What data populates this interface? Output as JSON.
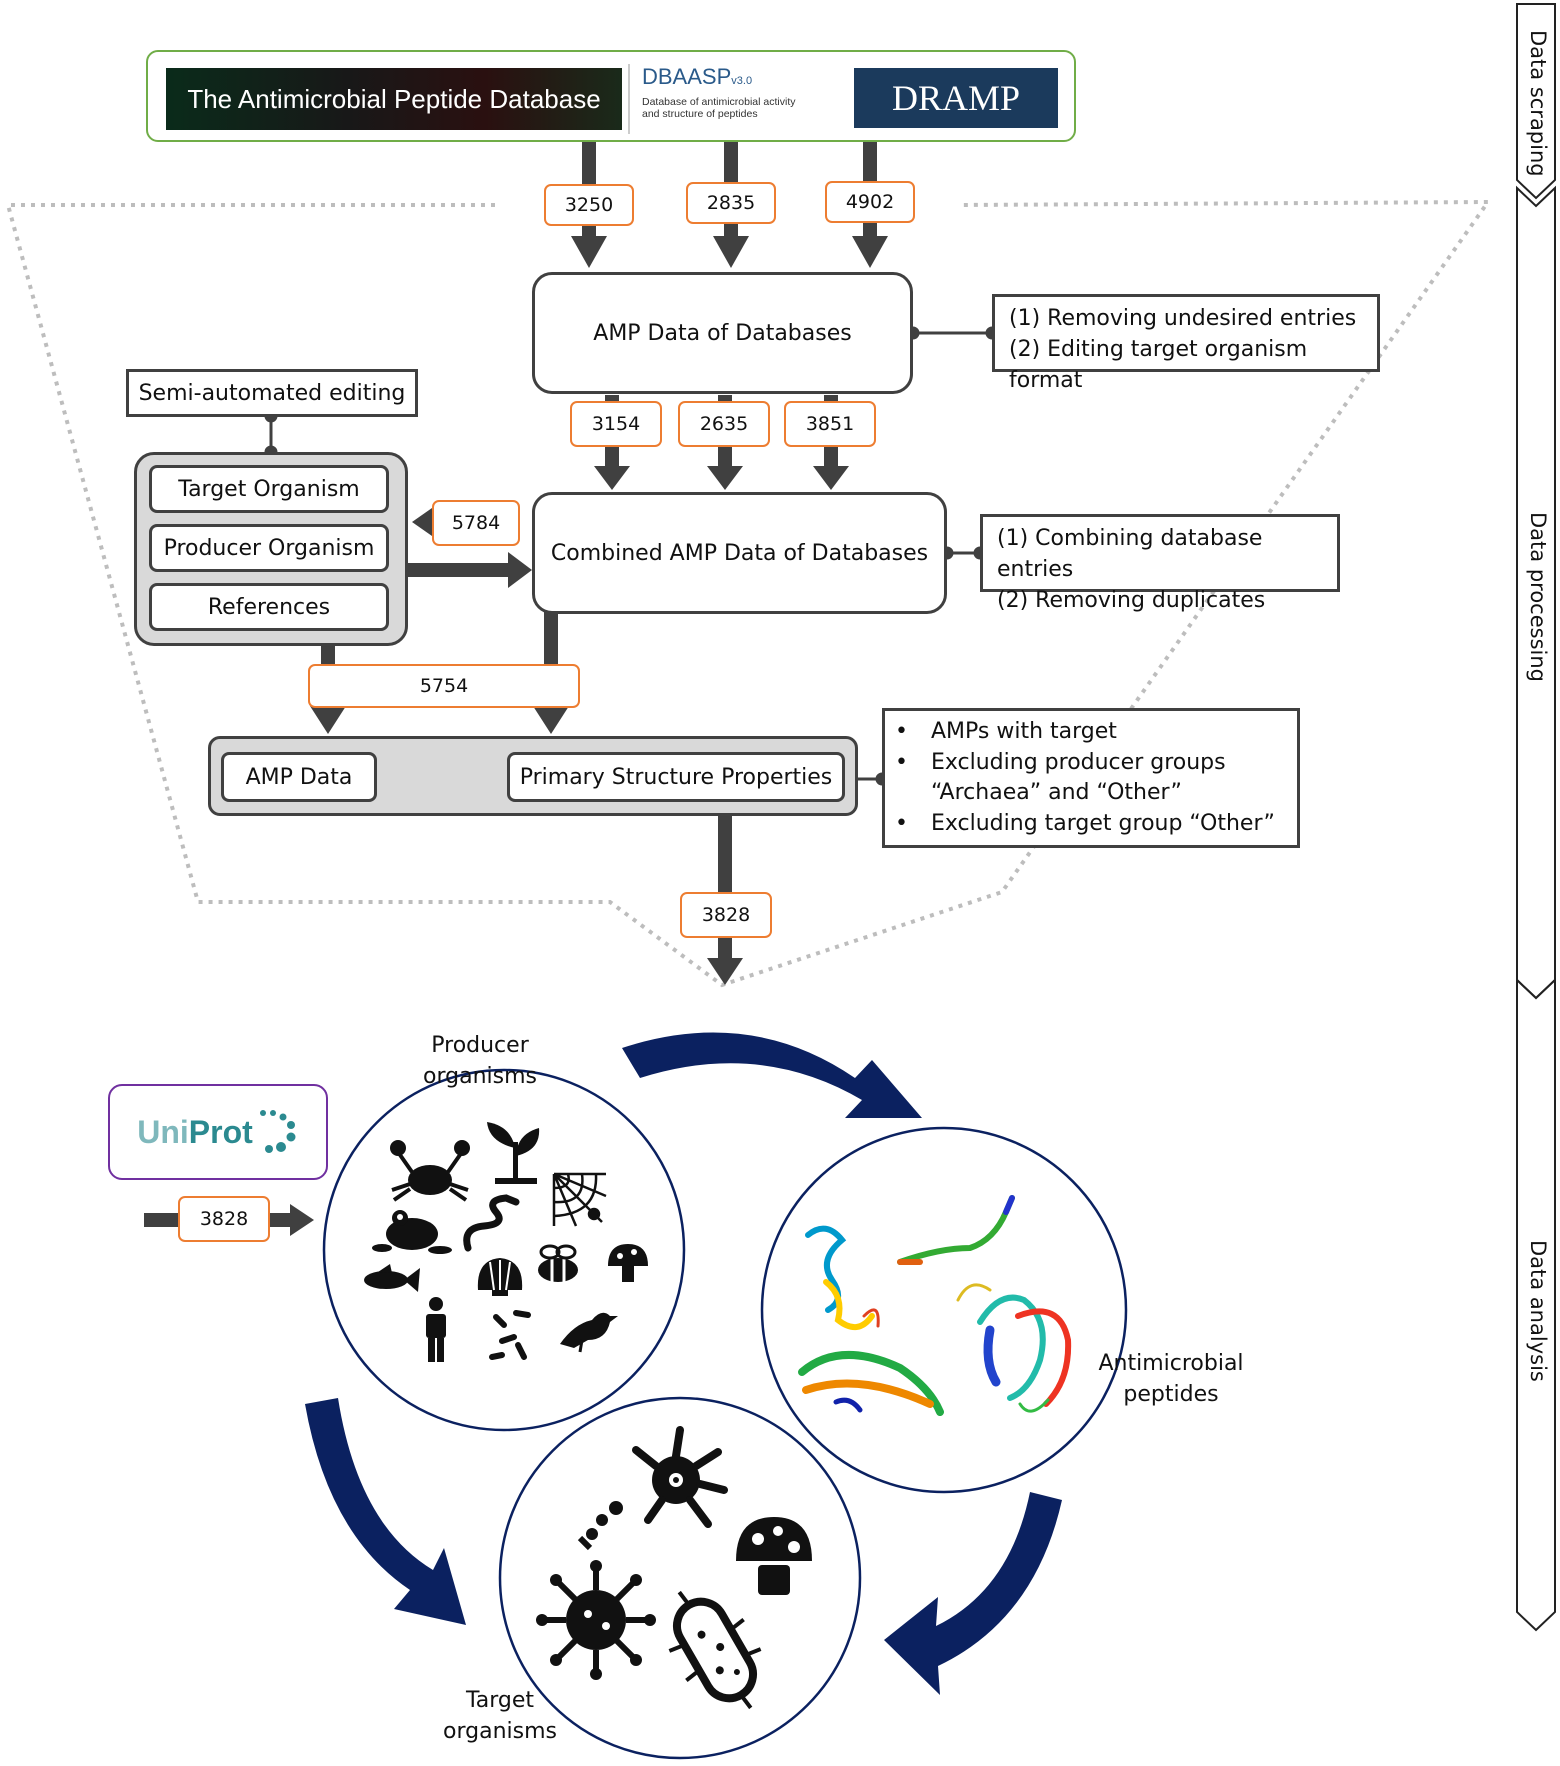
{
  "sources": {
    "apd_title": "The Antimicrobial Peptide Database",
    "dbaasp_name": "DBAASP",
    "dbaasp_version": "v3.0",
    "dbaasp_desc_1": "Database of antimicrobial activity",
    "dbaasp_desc_2": "and structure of peptides",
    "dramp_name": "DRAMP"
  },
  "counts": {
    "scrape_apd": "3250",
    "scrape_dbaasp": "2835",
    "scrape_dramp": "4902",
    "filtered_apd": "3154",
    "filtered_dbaasp": "2635",
    "filtered_dramp": "3851",
    "to_editing": "5784",
    "edited": "5754",
    "final": "3828",
    "uniprot": "3828"
  },
  "boxes": {
    "amp_data_dbs": "AMP Data of Databases",
    "combined": "Combined AMP Data of Databases",
    "semi_auto": "Semi-automated editing",
    "target_org": "Target Organism",
    "producer_org": "Producer Organism",
    "references": "References",
    "amp_data": "AMP Data",
    "primary_struct": "Primary Structure Properties"
  },
  "notes": {
    "step1_a": "(1) Removing undesired entries",
    "step1_b": "(2) Editing target organism format",
    "step2_a": "(1) Combining database entries",
    "step2_b": "(2) Removing duplicates",
    "filter_1": "AMPs with target",
    "filter_2a": "Excluding producer groups",
    "filter_2b": "“Archaea” and “Other”",
    "filter_3": "Excluding target group “Other”"
  },
  "stages": {
    "scraping": "Data scraping",
    "processing": "Data processing",
    "analysis": "Data analysis"
  },
  "analysis": {
    "producer_1": "Producer",
    "producer_2": "organisms",
    "amp_1": "Antimicrobial",
    "amp_2": "peptides",
    "target_1": "Target",
    "target_2": "organisms",
    "uniprot_uni": "Uni",
    "uniprot_prot": "Prot"
  },
  "colors": {
    "arrow": "#404040",
    "count_border": "#ED7D31",
    "source_border": "#70AD47",
    "uniprot_border": "#7030A0",
    "cycle_arrow": "#0B2160",
    "dramp_bg": "#1B3A5C",
    "uniprot_teal": "#5BA3A8"
  },
  "icons": [
    "crab-icon",
    "plant-icon",
    "spider-web-icon",
    "frog-icon",
    "snake-icon",
    "fish-icon",
    "shell-icon",
    "bee-icon",
    "mushroom-icon",
    "human-icon",
    "bacteria-icon",
    "bird-icon",
    "fungal-cell-icon",
    "virus-icon",
    "bacillus-icon",
    "protein-structure-icon"
  ]
}
